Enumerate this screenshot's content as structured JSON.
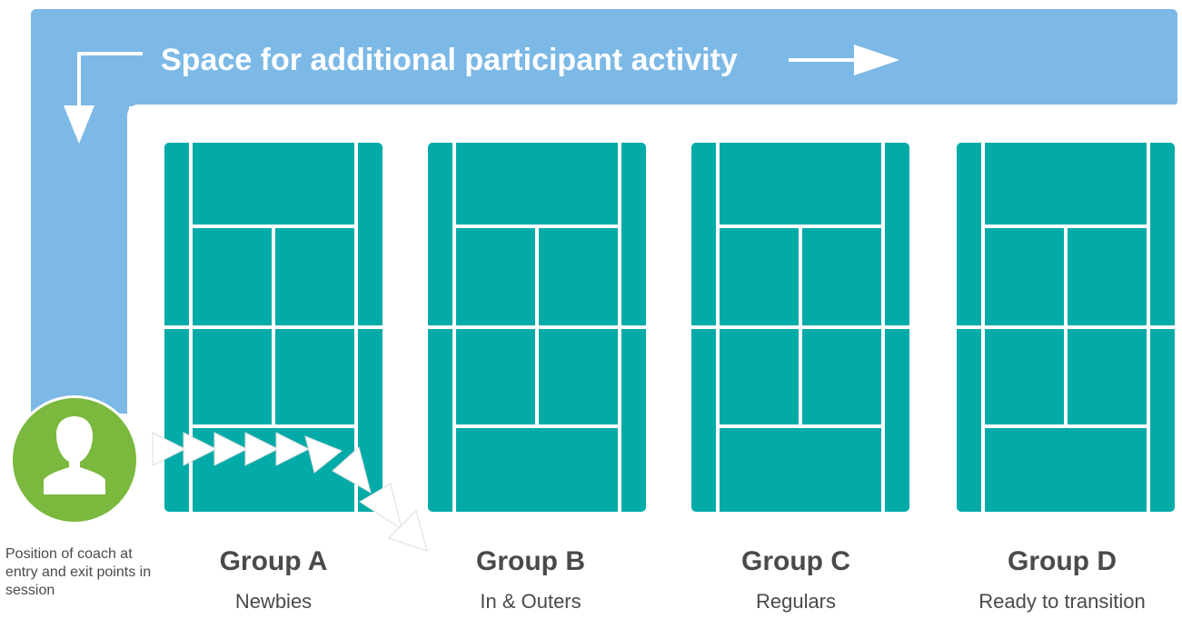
{
  "banner": {
    "text": "Space for additional participant activity"
  },
  "colors": {
    "band": "#7cb9e6",
    "court": "#02aba8",
    "coach": "#7bb83e",
    "text": "#4a4a4a"
  },
  "coach": {
    "caption": "Position of coach at entry and exit points in session",
    "icon": "person-icon"
  },
  "groups": [
    {
      "title": "Group A",
      "subtitle": "Newbies"
    },
    {
      "title": "Group B",
      "subtitle": "In & Outers"
    },
    {
      "title": "Group C",
      "subtitle": "Regulars"
    },
    {
      "title": "Group D",
      "subtitle": "Ready to transition"
    }
  ]
}
